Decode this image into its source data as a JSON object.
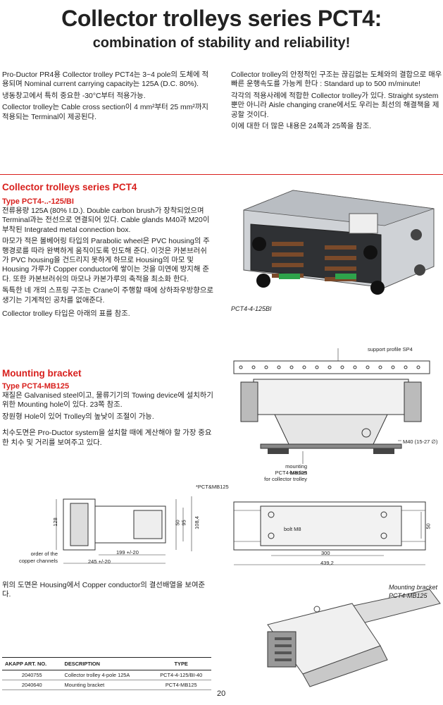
{
  "header": {
    "title": "Collector trolleys series PCT4:",
    "subtitle": "combination of stability and reliability!"
  },
  "intro": {
    "left": [
      "Pro-Ductor PR4용 Collector trolley PCT4는 3~4 pole의 도체에 적용되며 Nominal current carrying capacity는 125A (D.C. 80%).",
      "냉동창고에서 특히 중요한 -30°C부터 적용가능.",
      "Collector trolley는 Cable cross section이 4 mm²부터 25 mm²까지 적용되는 Terminal이 제공된다."
    ],
    "right": [
      "Collector trolley의 안정적인 구조는 끊김없는 도체와의 결합으로 매우 빠른 운행속도를 가능케 한다 : Standard up to 500 m/minute!",
      "각각의 적용사례에 적합한 Collector trolley가 있다. Straight system뿐만 아니라 Aisle changing crane에서도 우리는 최선의 해결책을 제공할 것이다.",
      "이에 대한 더 많은 내용은 24쪽과 25쪽을 참조."
    ]
  },
  "pct4": {
    "heading": "Collector trolleys series PCT4",
    "type": "Type PCT4-..-125/BI",
    "paragraphs": [
      "전류용량 125A (80% I.D.). Double carbon brush가 장착되었으며 Terminal과는 전선으로 연결되어 있다. Cable glands M40과 M20이 부착된 Integrated metal connection box.",
      "마모가 적은 볼베어링 타입의 Parabolic wheel은 PVC housing의 주행경로를 따라 완벽하게 움직이도록 인도해 준다. 이것은 카본브러쉬가 PVC housing을 건드리지 못하게 하므로 Housing의 마모 및 Housing 가루가 Copper conductor에 쌓이는 것을 미연에 방지해 준다. 또한 카본브러쉬의 마모나 카본가루의 축적을 최소화 한다.",
      "독특한 네 개의 스프링 구조는 Crane이 주행할 때에 상하좌우방향으로 생기는 기계적인 공차를 없애준다.",
      "Collector trolley 타입은 아래의 표를 참조."
    ],
    "image_caption": "PCT4-4-125BI"
  },
  "bracket": {
    "heading": "Mounting bracket",
    "type": "Type PCT4-MB125",
    "paragraphs": [
      "재질은 Galvanised steel이고, 물류기기의 Towing device에 설치하기 위한 Mounting hole이 있다. 23쪽 참조.",
      "장원형 Hole이 있어 Trolley의 높낮이 조절이 가능.",
      "치수도면은 Pro-Ductor system을 설치할 때에 계산해야 할 가장 중요한 치수 및 거리를 보여주고 있다."
    ],
    "drawing_labels": {
      "support": "support profile SP4",
      "m40": "M40 (15-27 ∅)",
      "mb_line1": "mounting bracket",
      "mb_line2": "PCT4-MB125",
      "mb_line3": "for collector trolley",
      "pct_mb": "*PCT&MB125",
      "order1": "order of the",
      "order2": "copper channels",
      "d199": "199 +/-20",
      "d245": "245 +/-20",
      "d128": "128",
      "d50": "50",
      "d95": "95",
      "d108": "108,4",
      "bolt": "bolt M8",
      "d300": "300",
      "d439": "439,2",
      "d50b": "50",
      "mb_caption1": "Mounting bracket",
      "mb_caption2": "PCT4-MB125"
    },
    "housing_note": "위의 도면은 Housing에서 Copper conductor의 결선배열을 보여준다."
  },
  "table": {
    "headers": [
      "AKAPP ART. NO.",
      "DESCRIPTION",
      "TYPE"
    ],
    "rows": [
      [
        "2040755",
        "Collector trolley 4-pole 125A",
        "PCT4-4-125/BI-40"
      ],
      [
        "2040640",
        "Mounting bracket",
        "PCT4-MB125"
      ]
    ]
  },
  "page_number": "20",
  "colors": {
    "accent": "#d8201d",
    "text": "#222222"
  }
}
